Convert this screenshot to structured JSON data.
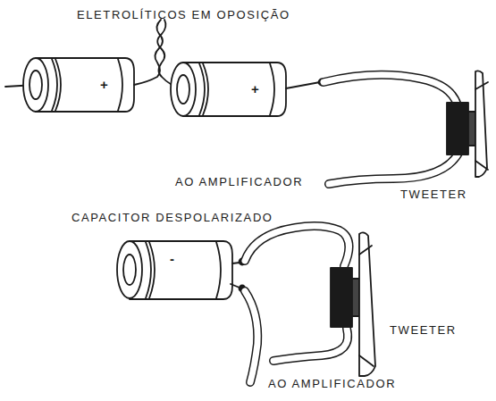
{
  "diagram": {
    "labels": [
      "ELETROLÍTICOS EM OPOSIÇÃO",
      "+",
      "+",
      "AO AMPLIFICADOR",
      "TWEETER",
      "CAPACITOR DESPOLARIZADO",
      "-",
      "TWEETER",
      "AO AMPLIFICADOR"
    ]
  }
}
